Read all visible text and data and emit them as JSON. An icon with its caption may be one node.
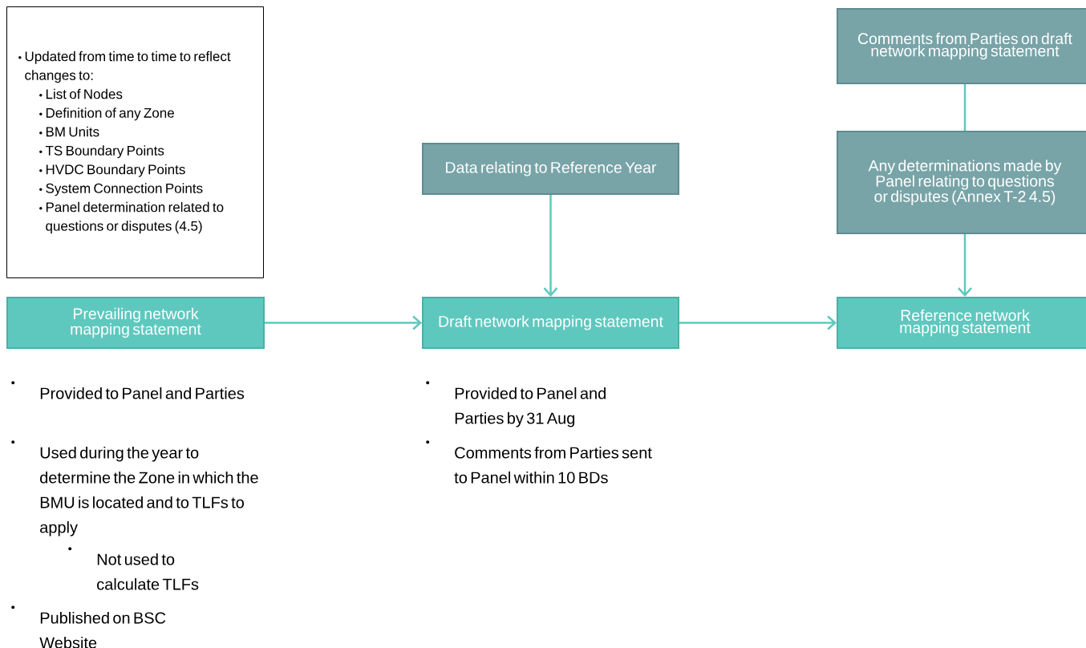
{
  "diagram": {
    "nodes": [
      {
        "text": [
          "Updated from time to time to reflect changes to:",
          "List of Nodes",
          "Definition of any Zone",
          "BM Units",
          "TS Boundary Points",
          "HVDC Boundary Points",
          "System Connection Points",
          "Panel determination related to questions or disputes (4.5)"
        ]
      },
      {
        "text": [
          "Prevailing network mapping statement"
        ]
      },
      {
        "text": [
          "Data relating to Reference Year"
        ]
      },
      {
        "text": [
          "Draft network mapping statement"
        ]
      },
      {
        "text": [
          "Comments from Parties on draft network mapping statement"
        ]
      },
      {
        "text": [
          "Any determinations made by Panel relating to questions or disputes (Annex T-2 4.5)"
        ]
      },
      {
        "text": [
          "Reference network mapping statement"
        ]
      }
    ],
    "edges": [
      {
        "from": 1,
        "to": 3,
        "arrow": "to"
      },
      {
        "from": 2,
        "to": 3,
        "arrow": "to"
      },
      {
        "from": 3,
        "to": 6,
        "arrow": "to"
      },
      {
        "from": 4,
        "to": 5,
        "arrow": "none"
      },
      {
        "from": 5,
        "to": 6,
        "arrow": "to"
      }
    ],
    "labels": [
      "Provided to Panel and Parties",
      "Used during the year to determine the Zone in which the BMU is located and to TLFs to apply",
      "Not used to calculate TLFs",
      "Published on BSC Website",
      "Provided to Panel and Parties by 31 Aug",
      "Comments from Parties sent to Panel within 10 BDs"
    ]
  }
}
